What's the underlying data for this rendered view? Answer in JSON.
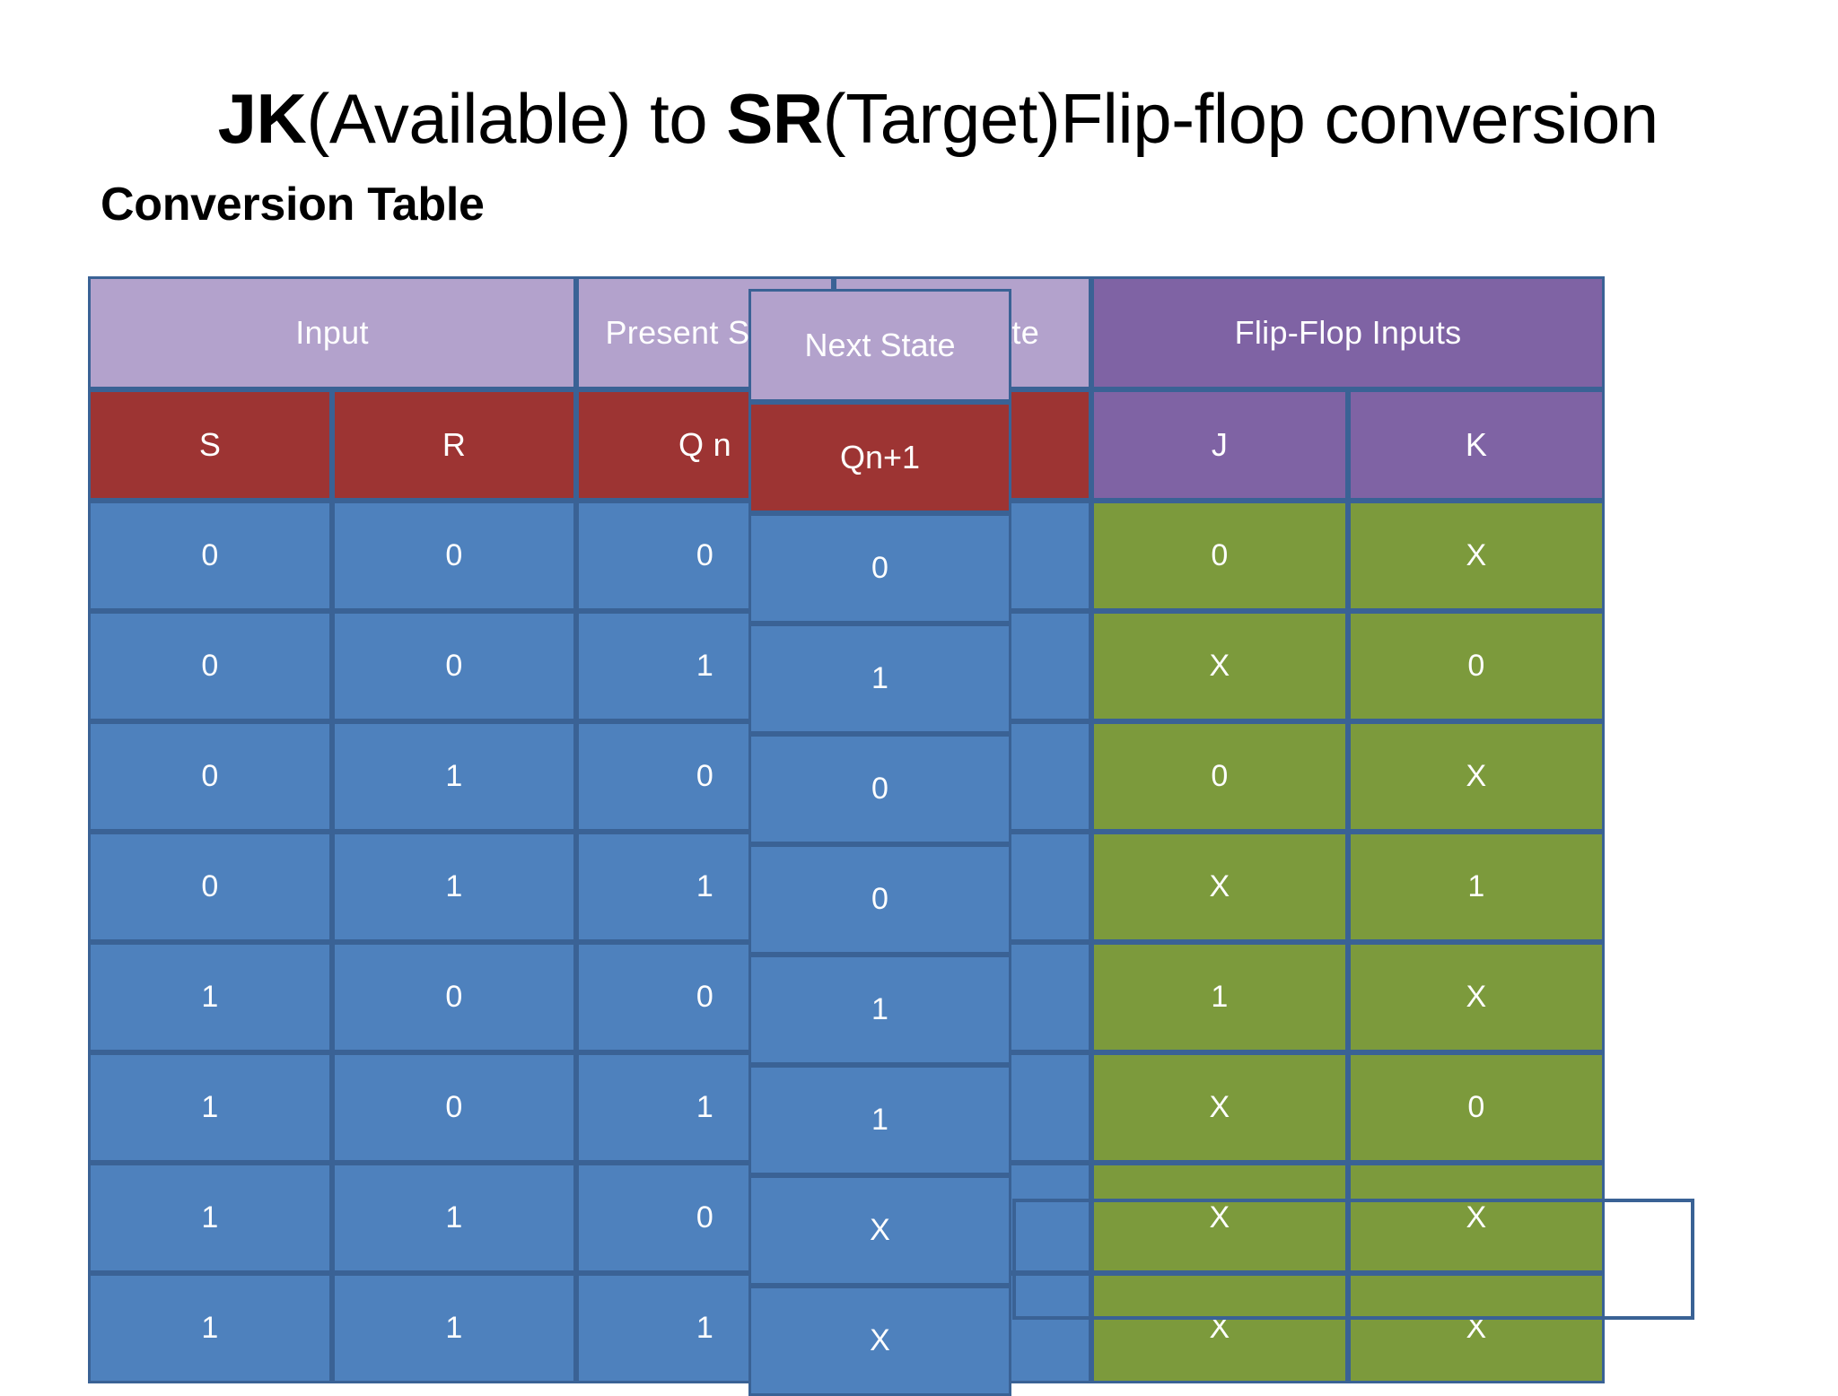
{
  "slide": {
    "title_parts": [
      {
        "text": "JK",
        "bold": true
      },
      {
        "text": "(Available) to ",
        "bold": false
      },
      {
        "text": "SR",
        "bold": true
      },
      {
        "text": "(Target)Flip-flop conversion",
        "bold": false
      }
    ],
    "title_plain": "JK(Available) to SR(Target)Flip-flop conversion",
    "subtitle": "Conversion Table"
  },
  "colors": {
    "header_light_purple": "#B3A2CC",
    "header_dark_purple": "#7F63A4",
    "header_red": "#9D3433",
    "body_blue": "#4E81BD",
    "body_green": "#7C9A3C",
    "border_blue": "#3A6295",
    "text_white": "#FFFFFF",
    "text_black": "#000000"
  },
  "table": {
    "group_headers": [
      {
        "label": "Input",
        "span": 2,
        "style": "light"
      },
      {
        "label": "Present State",
        "span": 1,
        "style": "light"
      },
      {
        "label": "Next State",
        "span": 1,
        "style": "light"
      },
      {
        "label": "Flip-Flop Inputs",
        "span": 2,
        "style": "dark"
      }
    ],
    "column_headers": [
      {
        "label": "S",
        "style": "red"
      },
      {
        "label": "R",
        "style": "red"
      },
      {
        "label": "Q n",
        "style": "red"
      },
      {
        "label": "Qn+1",
        "style": "red"
      },
      {
        "label": "J",
        "style": "purple"
      },
      {
        "label": "K",
        "style": "purple"
      }
    ],
    "rows": [
      {
        "S": "0",
        "R": "0",
        "Qn": "0",
        "Qn1": "0",
        "J": "0",
        "K": "X"
      },
      {
        "S": "0",
        "R": "0",
        "Qn": "1",
        "Qn1": "1",
        "J": "X",
        "K": "0"
      },
      {
        "S": "0",
        "R": "1",
        "Qn": "0",
        "Qn1": "0",
        "J": "0",
        "K": "X"
      },
      {
        "S": "0",
        "R": "1",
        "Qn": "1",
        "Qn1": "0",
        "J": "X",
        "K": "1"
      },
      {
        "S": "1",
        "R": "0",
        "Qn": "0",
        "Qn1": "1",
        "J": "1",
        "K": "X"
      },
      {
        "S": "1",
        "R": "0",
        "Qn": "1",
        "Qn1": "1",
        "J": "X",
        "K": "0"
      },
      {
        "S": "1",
        "R": "1",
        "Qn": "0",
        "Qn1": "X",
        "J": "X",
        "K": "X"
      },
      {
        "S": "1",
        "R": "1",
        "Qn": "1",
        "Qn1": "X",
        "J": "X",
        "K": "X"
      }
    ]
  }
}
